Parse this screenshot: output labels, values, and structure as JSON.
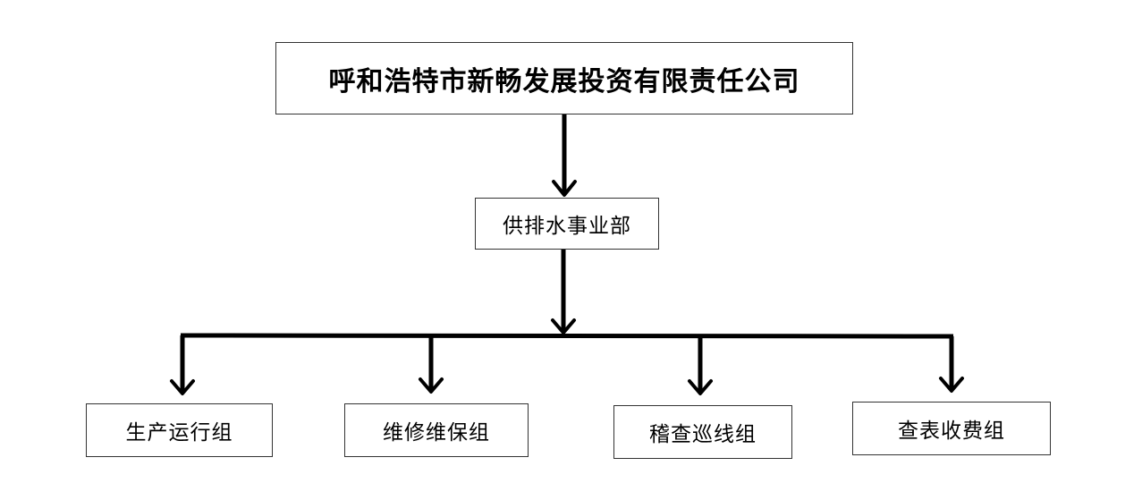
{
  "org_chart": {
    "root": {
      "label": "呼和浩特市新畅发展投资有限责任公司"
    },
    "department": {
      "label": "供排水事业部"
    },
    "teams": [
      {
        "label": "生产运行组"
      },
      {
        "label": "维修维保组"
      },
      {
        "label": "稽查巡线组"
      },
      {
        "label": "查表收费组"
      }
    ]
  },
  "colors": {
    "line": "#000000",
    "box_border": "#333333",
    "text": "#000000",
    "background": "#ffffff"
  }
}
